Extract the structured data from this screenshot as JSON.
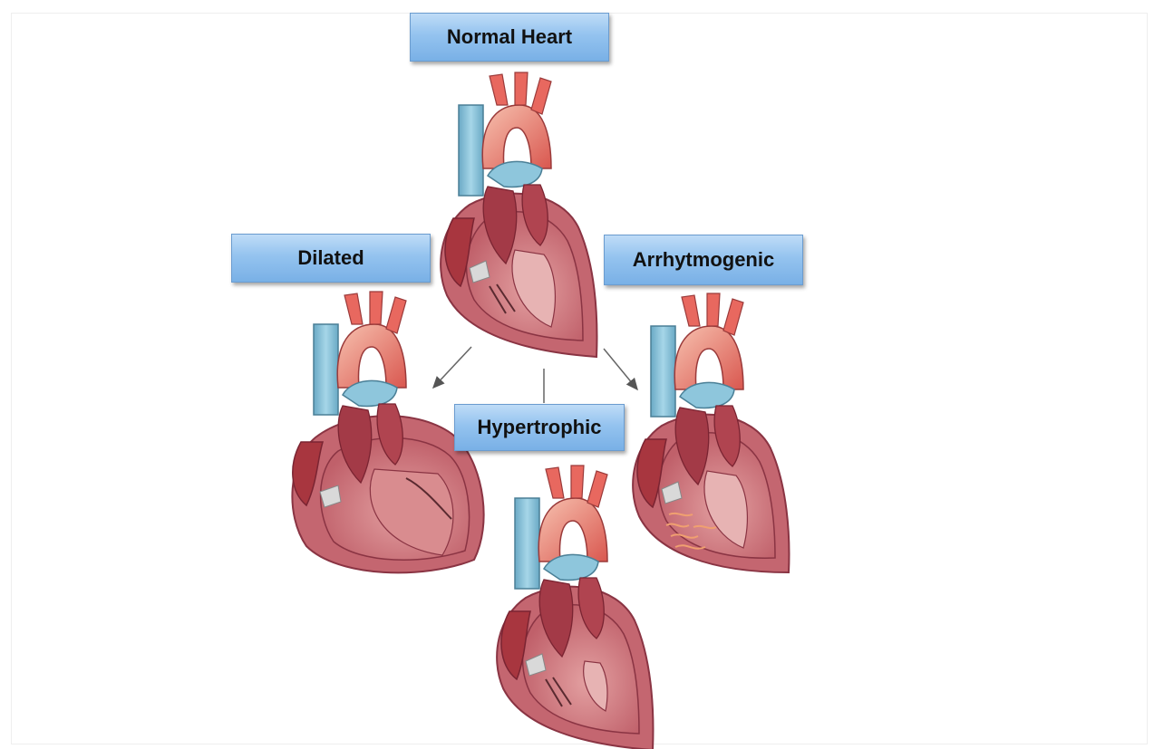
{
  "labels": {
    "normal": "Normal Heart",
    "dilated": "Dilated",
    "arrhythmogenic": "Arrhytmogenic",
    "hypertrophic": "Hypertrophic"
  },
  "colors": {
    "label_fill_top": "#bfdcf7",
    "label_fill_bottom": "#79b0e6",
    "label_border": "#6b9ccf",
    "vein_blue": "#8ec6dc",
    "aorta_red": "#e8685f",
    "muscle_outer": "#c96a6f",
    "muscle_inner": "#a83f4b",
    "chamber_dark": "#8e2b39",
    "fibrofatty": "#f0a070"
  },
  "hearts": [
    {
      "id": "normal",
      "icon": "normal-heart-icon"
    },
    {
      "id": "dilated",
      "icon": "dilated-heart-icon"
    },
    {
      "id": "hypertrophic",
      "icon": "hypertrophic-heart-icon"
    },
    {
      "id": "arrhythmogenic",
      "icon": "arrhythmogenic-heart-icon"
    }
  ]
}
